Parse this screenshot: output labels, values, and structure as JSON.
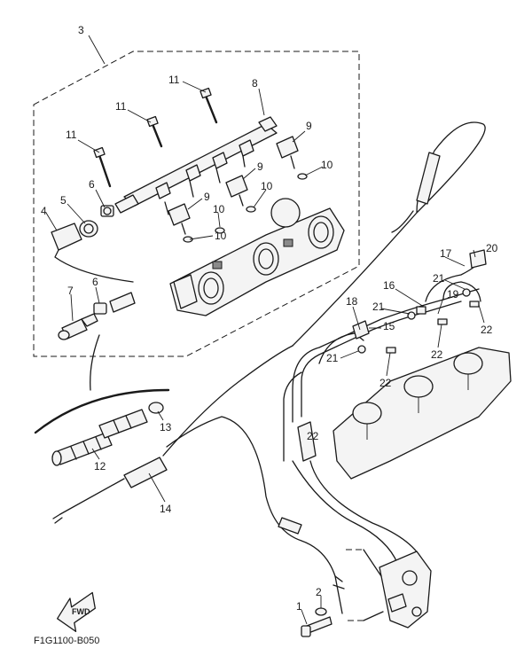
{
  "callouts": {
    "c1": "1",
    "c2": "2",
    "c3": "3",
    "c4": "4",
    "c5": "5",
    "c6a": "6",
    "c6b": "6",
    "c7": "7",
    "c8": "8",
    "c9a": "9",
    "c9b": "9",
    "c9c": "9",
    "c10a": "10",
    "c10b": "10",
    "c10c": "10",
    "c10d": "10",
    "c11a": "11",
    "c11b": "11",
    "c11c": "11",
    "c12": "12",
    "c13": "13",
    "c14": "14",
    "c15": "15",
    "c16": "16",
    "c17": "17",
    "c18": "18",
    "c19": "19",
    "c20": "20",
    "c21a": "21",
    "c21b": "21",
    "c21c": "21",
    "c22a": "22",
    "c22b": "22",
    "c22c": "22",
    "c22d": "22"
  },
  "fwd_label": "FWD",
  "diagram_code": "F1G1100-B050"
}
